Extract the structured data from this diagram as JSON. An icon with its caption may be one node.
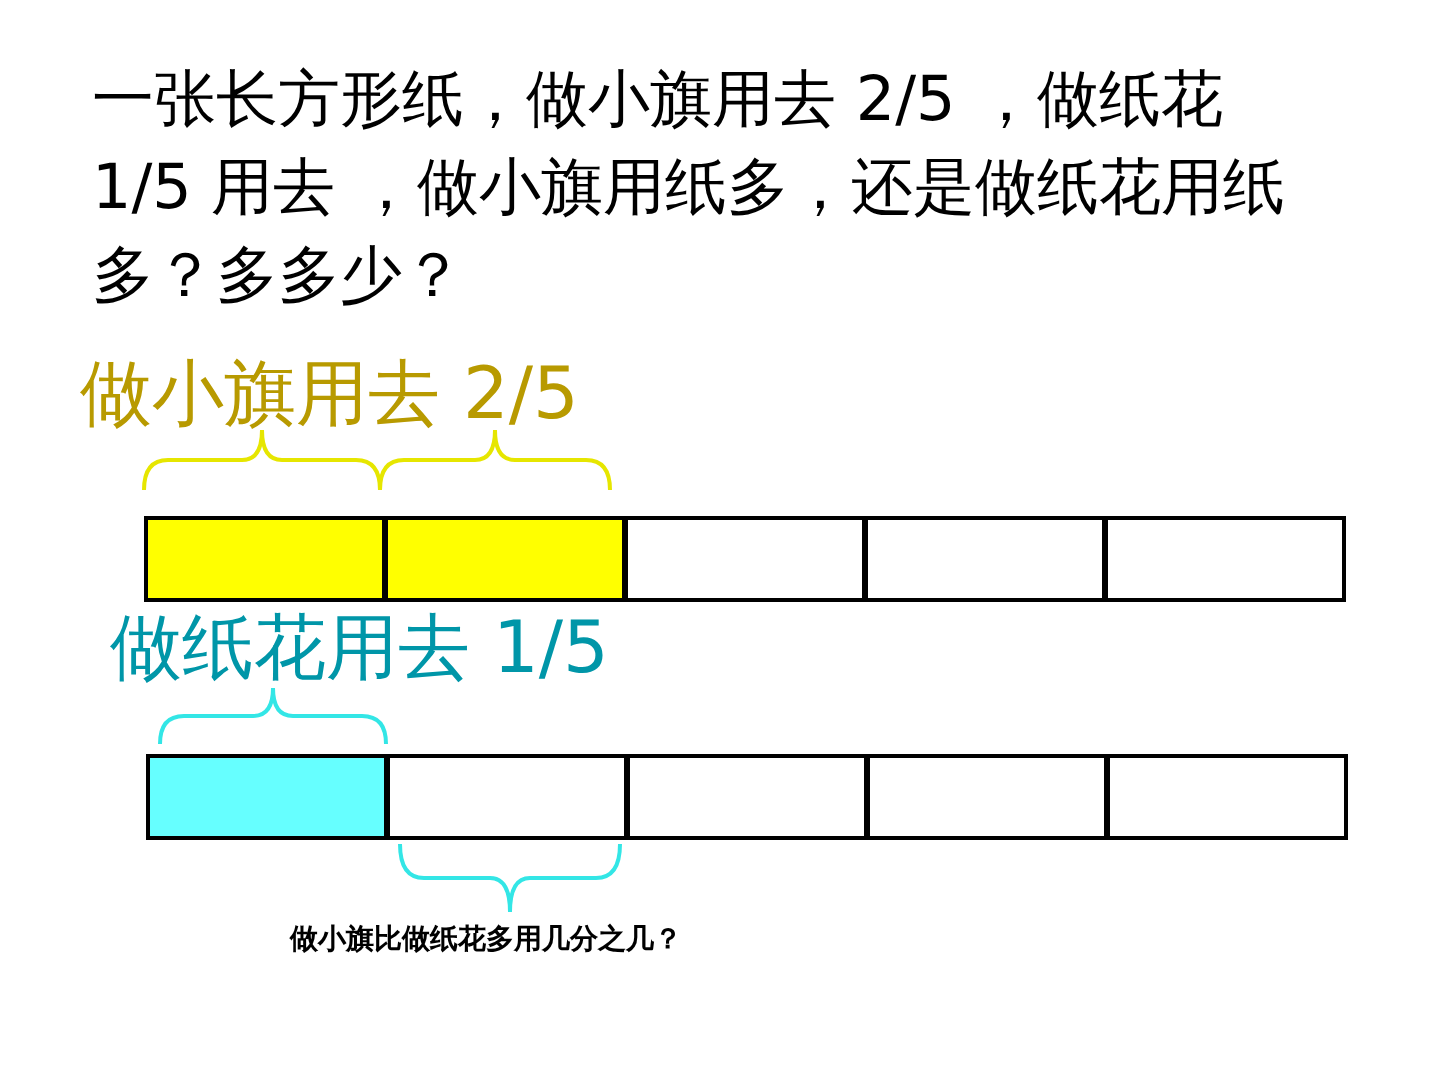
{
  "diagram": {
    "title": "一张长方形纸，做小旗用去 2/5 ，做纸花 1/5 用去 ，做小旗用纸多，还是做纸花用纸多？多多少？",
    "nodes": [
      {
        "text": [],
        "shape": "box"
      },
      {
        "text": [],
        "shape": "box"
      },
      {
        "text": [],
        "shape": "box"
      },
      {
        "text": [],
        "shape": "box"
      },
      {
        "text": [],
        "shape": "box"
      },
      {
        "text": [],
        "shape": "box"
      },
      {
        "text": [],
        "shape": "box"
      },
      {
        "text": [],
        "shape": "box"
      },
      {
        "text": [],
        "shape": "box"
      },
      {
        "text": [],
        "shape": "box"
      }
    ],
    "edges": [],
    "labels": [
      "做小旗用去 2/5",
      "做纸花用去 1/5",
      "做小旗比做纸花多用几分之几？"
    ]
  }
}
